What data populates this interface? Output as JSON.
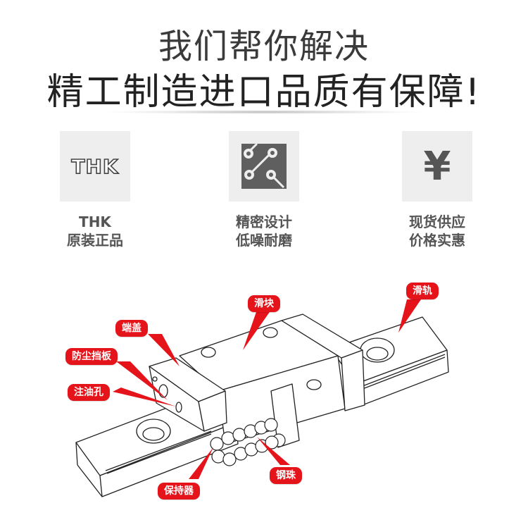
{
  "header": {
    "title": "我们帮你解决",
    "subtitle": "精工制造进口品质有保障!"
  },
  "features": [
    {
      "icon": "thk-logo-icon",
      "logo_text": "THK",
      "line1": "THK",
      "line2": "原装正品"
    },
    {
      "icon": "circuit-design-icon",
      "line1": "精密设计",
      "line2": "低噪耐磨"
    },
    {
      "icon": "yen-icon",
      "symbol": "¥",
      "line1": "现货供应",
      "line2": "价格实惠"
    }
  ],
  "diagram": {
    "accent_color": "#e5141b",
    "labels": {
      "slider_block": "滑块",
      "guide_rail": "滑轨",
      "end_cap": "端盖",
      "dust_seal": "防尘挡板",
      "grease_nipple": "注油孔",
      "steel_balls": "钢珠",
      "retainer": "保持器"
    }
  }
}
